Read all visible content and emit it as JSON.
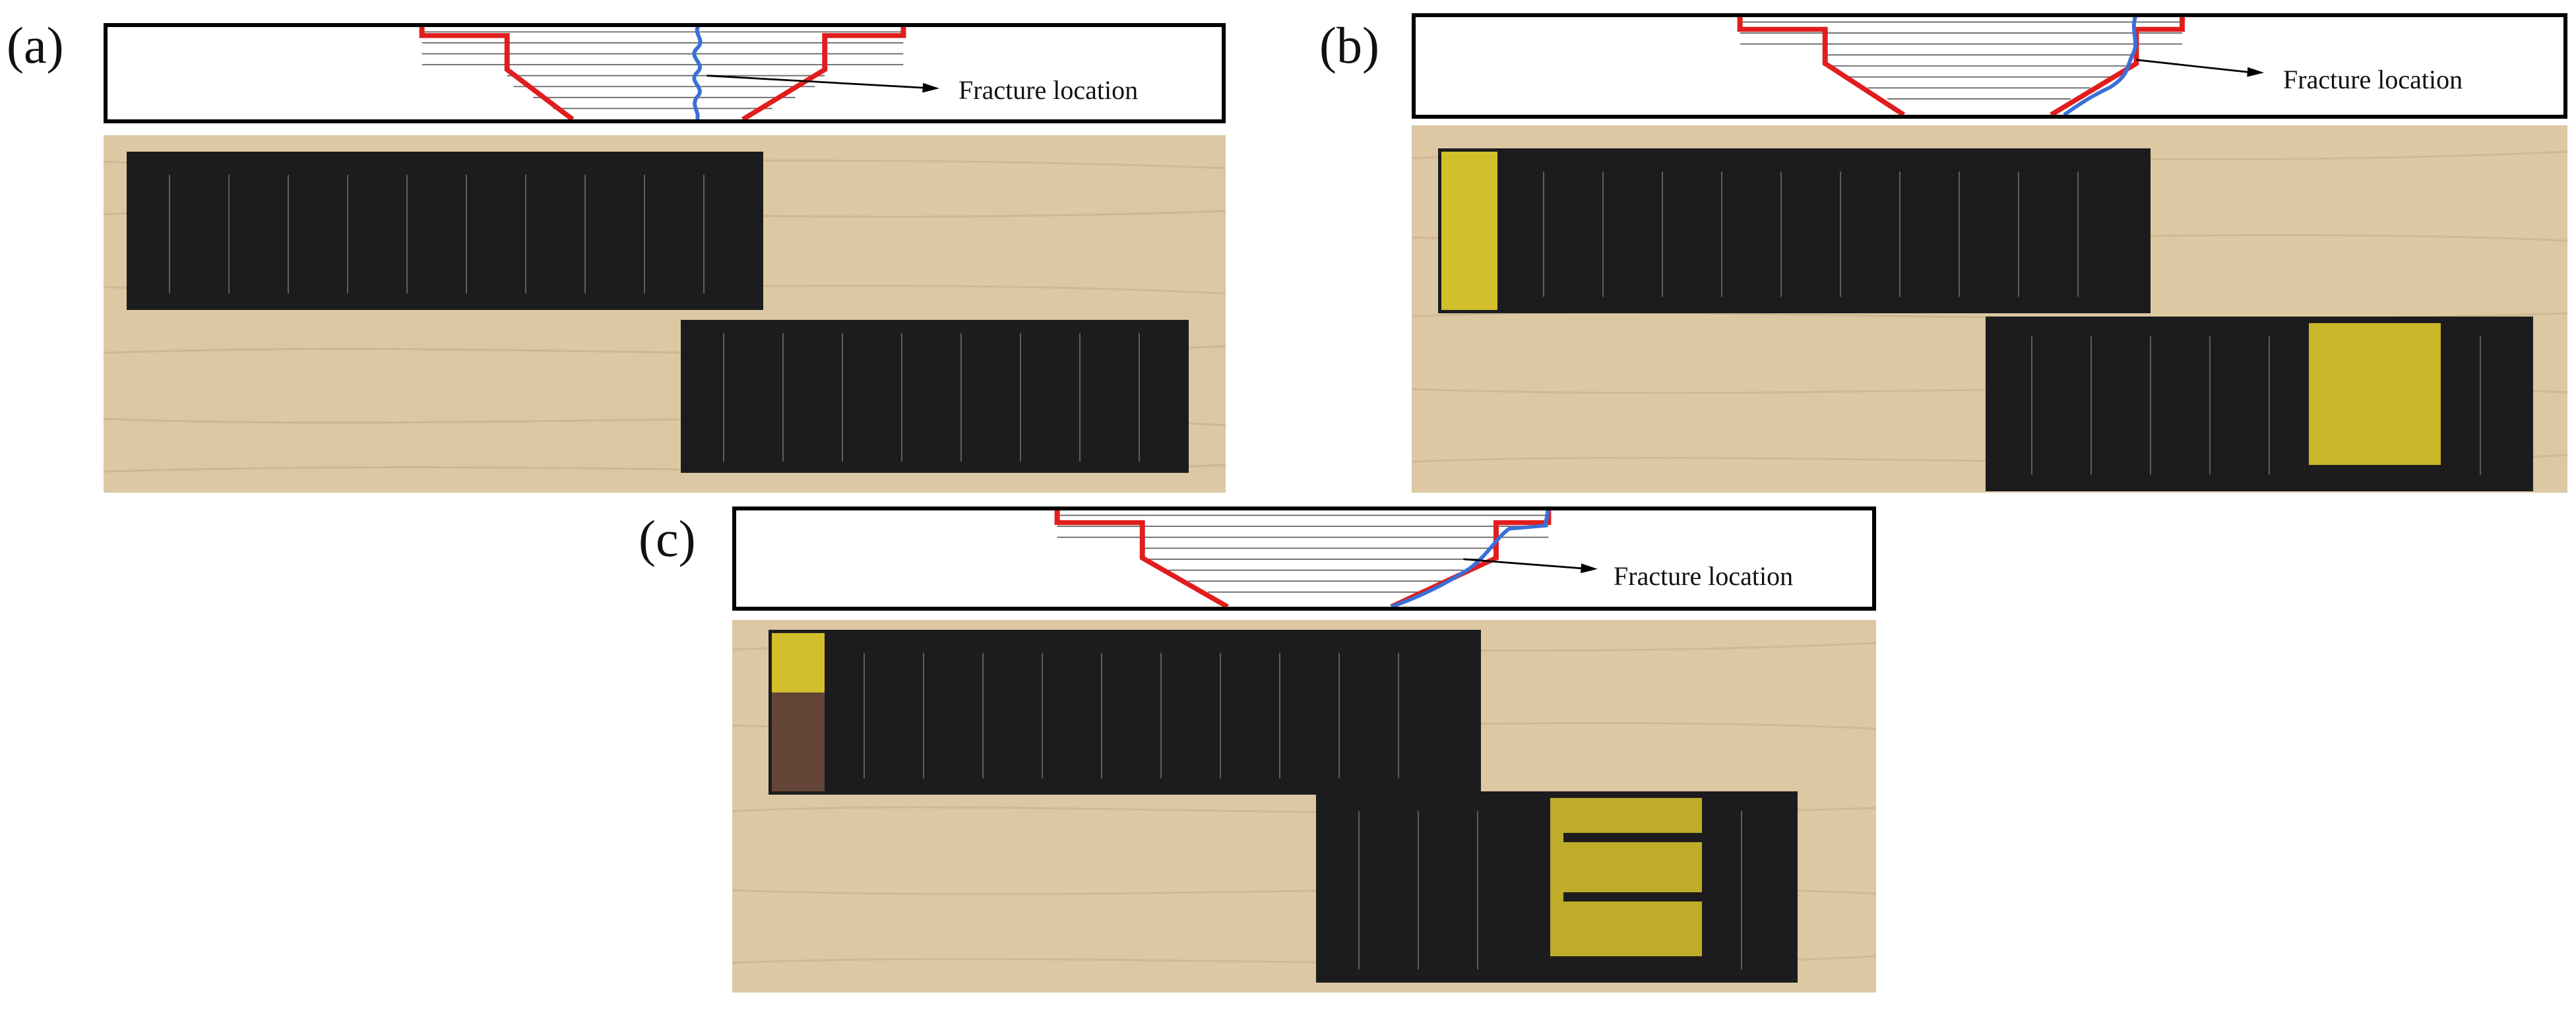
{
  "panels": [
    {
      "label": "(a)",
      "annotation": "Fracture location",
      "photo_description": "fractured carbon fiber specimen halves"
    },
    {
      "label": "(b)",
      "annotation": "Fracture location",
      "photo_description": "fractured carbon fiber specimen halves with yellow adhesive"
    },
    {
      "label": "(c)",
      "annotation": "Fracture location",
      "photo_description": "fractured carbon fiber specimen halves with yellow adhesive"
    }
  ],
  "colors": {
    "outline": "#e11d1d",
    "fracture_line": "#3b6fd8",
    "hatch": "#6b6b6b",
    "wood": "#dcc8a3",
    "laminate": "#1c1c1e",
    "adhesive": "#e8d12c"
  }
}
